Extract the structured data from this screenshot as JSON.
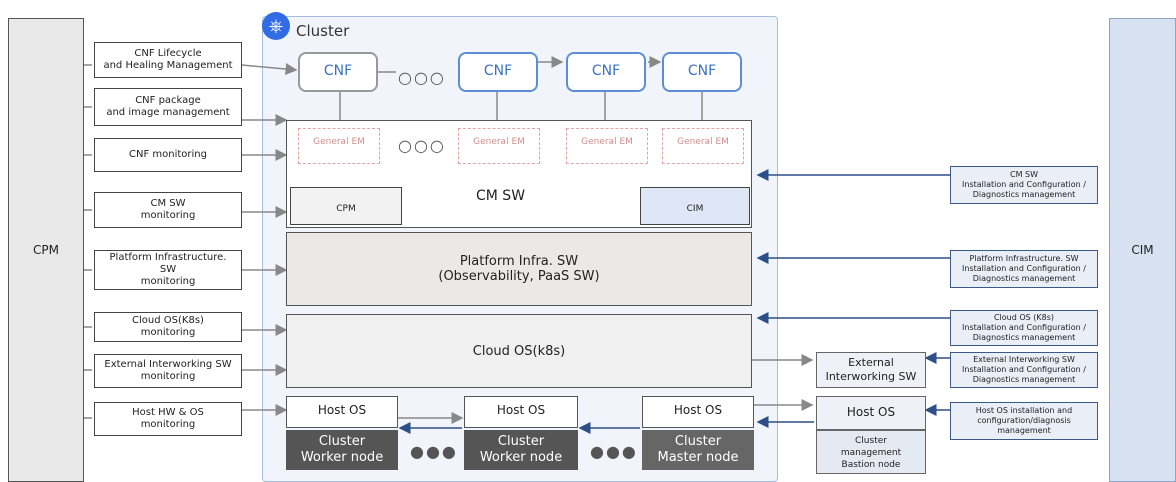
{
  "cpm_label": "CPM",
  "cim_label": "CIM",
  "cluster_title": "Cluster",
  "left_boxes": [
    "CNF Lifecycle\nand Healing Management",
    "CNF package\nand image management",
    "CNF monitoring",
    "CM SW\nmonitoring",
    "Platform Infrastructure.\nSW\nmonitoring",
    "Cloud OS(K8s)\nmonitoring",
    "External Interworking SW\nmonitoring",
    "Host HW & OS\nmonitoring"
  ],
  "right_boxes": [
    "CM SW\nInstallation and Configuration /\nDiagnostics management",
    "Platform Infrastructure. SW\nInstallation and Configuration /\nDiagnostics management",
    "Cloud OS (K8s)\nInstallation and Configuration /\nDiagnostics management",
    "External Interworking SW\nInstallation and Configuration /\nDiagnostics management",
    "Host OS installation and\nconfiguration/diagnosis\nmanagement"
  ],
  "cnf_label": "CNF",
  "general_em_label": "General EM",
  "cm_sw_label": "CM SW",
  "cpm_inner_label": "CPM",
  "cim_inner_label": "CIM",
  "platform_label": "Platform Infra. SW\n(Observability, PaaS SW)",
  "cloud_os_label": "Cloud OS(k8s)",
  "host_os_label": "Host OS",
  "worker_node_label": "Cluster\nWorker node",
  "master_node_label": "Cluster\nMaster node",
  "external_sw_label": "External\nInterworking SW",
  "bastion_label": "Cluster\nmanagement\nBastion node",
  "ellipsis": "○○○",
  "node_ellipsis": "●●●"
}
